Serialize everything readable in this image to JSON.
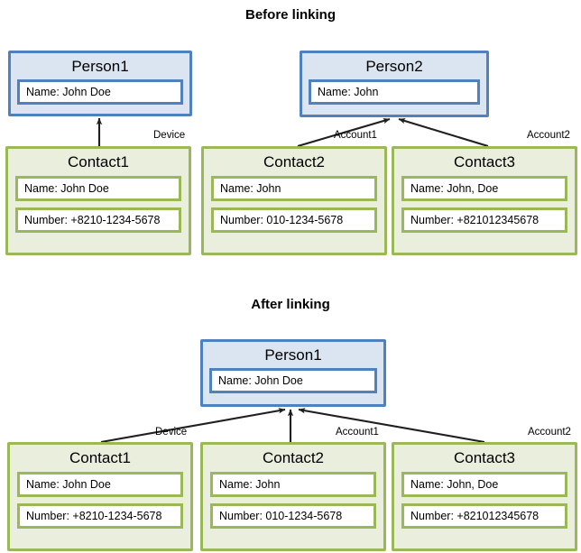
{
  "diagram": {
    "title_before": "Before linking",
    "title_after": "After linking"
  },
  "before": {
    "persons": [
      {
        "name": "Person1",
        "fields": [
          {
            "label": "Name:",
            "value": "John Doe",
            "text": "Name:  John Doe"
          }
        ]
      },
      {
        "name": "Person2",
        "fields": [
          {
            "label": "Name:",
            "value": "John",
            "text": "Name:  John"
          }
        ]
      }
    ],
    "contacts": [
      {
        "name": "Contact1",
        "name_field": "Name:  John Doe",
        "number_field": "Number:  +8210-1234-5678"
      },
      {
        "name": "Contact2",
        "name_field": "Name:  John",
        "number_field": "Number: 010-1234-5678"
      },
      {
        "name": "Contact3",
        "name_field": "Name:  John, Doe",
        "number_field": "Number:  +821012345678"
      }
    ],
    "edge_labels": [
      "Device",
      "Account1",
      "Account2"
    ],
    "edges": [
      {
        "from": "Contact1",
        "to": "Person1",
        "label": "Device"
      },
      {
        "from": "Contact2",
        "to": "Person2",
        "label": "Account1"
      },
      {
        "from": "Contact3",
        "to": "Person2",
        "label": "Account2"
      }
    ]
  },
  "after": {
    "persons": [
      {
        "name": "Person1",
        "fields": [
          {
            "label": "Name:",
            "value": "John Doe",
            "text": "Name:  John Doe"
          }
        ]
      }
    ],
    "contacts": [
      {
        "name": "Contact1",
        "name_field": "Name:  John Doe",
        "number_field": "Number:  +8210-1234-5678"
      },
      {
        "name": "Contact2",
        "name_field": "Name:  John",
        "number_field": "Number: 010-1234-5678"
      },
      {
        "name": "Contact3",
        "name_field": "Name:  John, Doe",
        "number_field": "Number:  +821012345678"
      }
    ],
    "edge_labels": [
      "Device",
      "Account1",
      "Account2"
    ],
    "edges": [
      {
        "from": "Contact1",
        "to": "Person1",
        "label": "Device"
      },
      {
        "from": "Contact2",
        "to": "Person1",
        "label": "Account1"
      },
      {
        "from": "Contact3",
        "to": "Person1",
        "label": "Account2"
      }
    ]
  },
  "colors": {
    "person_border": "#4f81bd",
    "person_fill": "#dbe5f1",
    "contact_border": "#9ab857",
    "contact_fill": "#eaeedd",
    "arrow": "#1f1f1f",
    "background": "#ffffff"
  }
}
